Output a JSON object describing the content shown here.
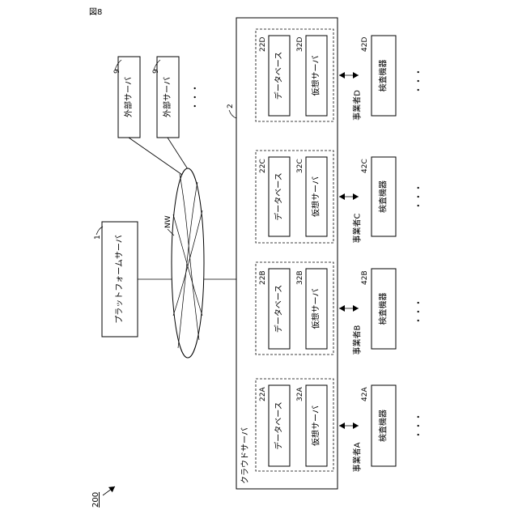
{
  "figure_label": "図8",
  "system_ref": "200",
  "platform_server": {
    "ref": "1",
    "label": "プラットフォームサーバ"
  },
  "external_servers": [
    {
      "ref": "9",
      "label": "外部サーバ"
    },
    {
      "ref": "9",
      "label": "外部サーバ"
    }
  ],
  "network": {
    "label": "NW"
  },
  "cloud_server": {
    "ref": "2",
    "label": "クラウドサーバ"
  },
  "ellipsis": "・・・",
  "operators": [
    {
      "name": "事業者A",
      "db_ref": "22A",
      "db_label": "データベース",
      "vs_ref": "32A",
      "vs_label": "仮想サーバ",
      "device_ref": "42A",
      "device_label": "検査機器"
    },
    {
      "name": "事業者B",
      "db_ref": "22B",
      "db_label": "データベース",
      "vs_ref": "32B",
      "vs_label": "仮想サーバ",
      "device_ref": "42B",
      "device_label": "検査機器"
    },
    {
      "name": "事業者C",
      "db_ref": "22C",
      "db_label": "データベース",
      "vs_ref": "32C",
      "vs_label": "仮想サーバ",
      "device_ref": "42C",
      "device_label": "検査機器"
    },
    {
      "name": "事業者D",
      "db_ref": "22D",
      "db_label": "データベース",
      "vs_ref": "32D",
      "vs_label": "仮想サーバ",
      "device_ref": "42D",
      "device_label": "検査機器"
    }
  ]
}
